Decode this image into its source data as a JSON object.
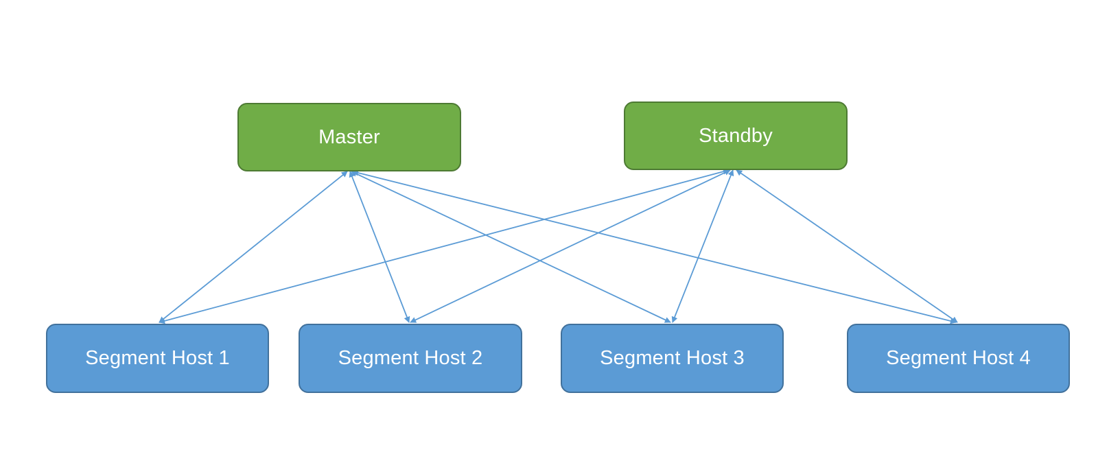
{
  "diagram": {
    "nodes": {
      "master": {
        "label": "Master"
      },
      "standby": {
        "label": "Standby"
      },
      "segment_hosts": [
        {
          "label": "Segment Host 1"
        },
        {
          "label": "Segment Host 2"
        },
        {
          "label": "Segment Host 3"
        },
        {
          "label": "Segment Host 4"
        }
      ]
    },
    "connections": [
      {
        "from": "Master",
        "to": "Segment Host 1",
        "bidirectional": true
      },
      {
        "from": "Master",
        "to": "Segment Host 2",
        "bidirectional": true
      },
      {
        "from": "Master",
        "to": "Segment Host 3",
        "bidirectional": true
      },
      {
        "from": "Master",
        "to": "Segment Host 4",
        "bidirectional": true
      },
      {
        "from": "Standby",
        "to": "Segment Host 1",
        "bidirectional": true
      },
      {
        "from": "Standby",
        "to": "Segment Host 2",
        "bidirectional": true
      },
      {
        "from": "Standby",
        "to": "Segment Host 3",
        "bidirectional": true
      },
      {
        "from": "Standby",
        "to": "Segment Host 4",
        "bidirectional": true
      }
    ],
    "colors": {
      "server_fill": "#70ad47",
      "segment_fill": "#5b9bd5",
      "arrow": "#5b9bd5",
      "text": "#ffffff"
    }
  }
}
